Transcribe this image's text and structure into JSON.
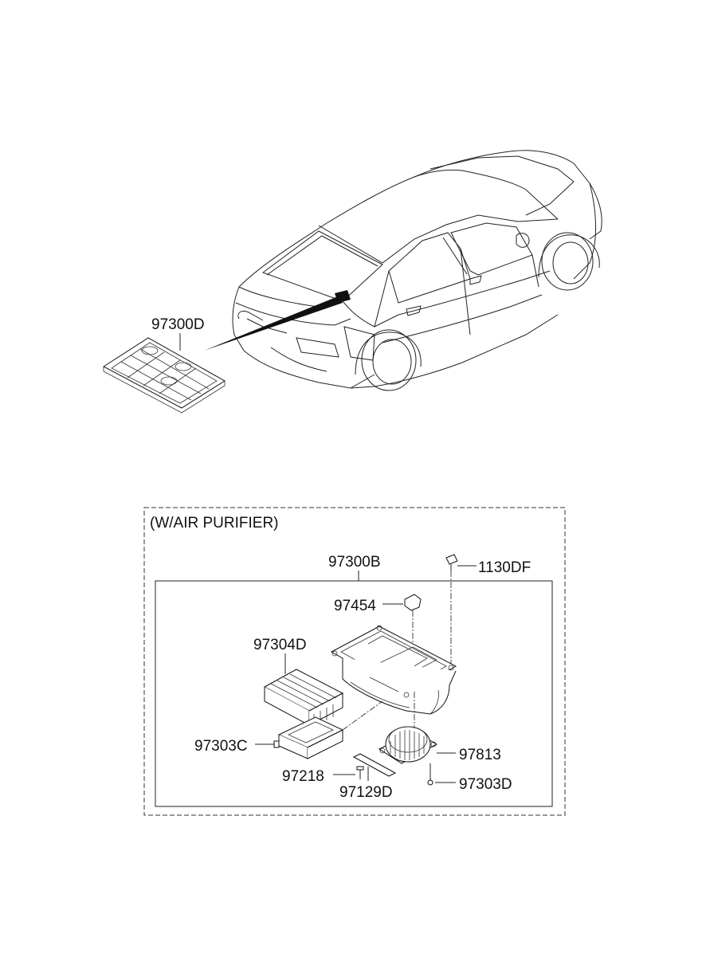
{
  "top_section": {
    "callout_97300D": "97300D"
  },
  "detail_box": {
    "title": "(W/AIR PURIFIER)",
    "assembly_label": "97300B",
    "parts": {
      "p_1130DF": "1130DF",
      "p_97454": "97454",
      "p_97304D": "97304D",
      "p_97303C": "97303C",
      "p_97813": "97813",
      "p_97218": "97218",
      "p_97303D": "97303D",
      "p_97129D": "97129D"
    }
  }
}
